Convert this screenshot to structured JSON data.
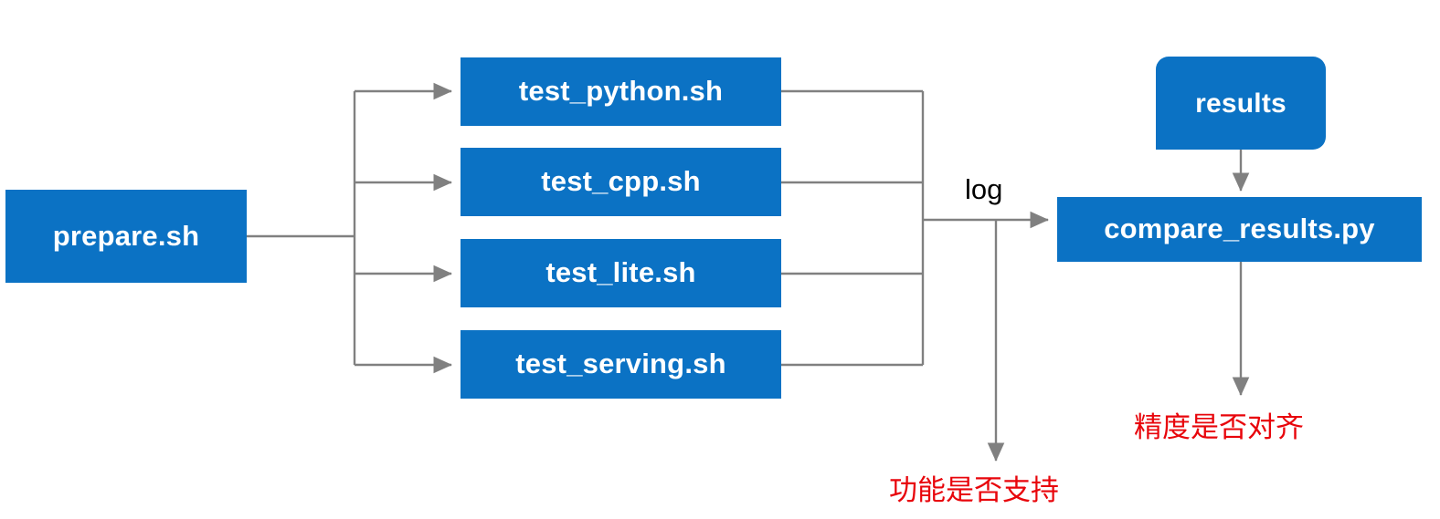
{
  "diagram": {
    "title": "test pipeline flowchart",
    "colors": {
      "node_fill": "#0B72C4",
      "node_text": "#FFFFFF",
      "wire": "#808080",
      "annotation_text": "#E8050B",
      "edge_label_text": "#000000",
      "background": "#FFFFFF"
    },
    "nodes": {
      "prepare": {
        "label": "prepare.sh"
      },
      "test_python": {
        "label": "test_python.sh"
      },
      "test_cpp": {
        "label": "test_cpp.sh"
      },
      "test_lite": {
        "label": "test_lite.sh"
      },
      "test_serving": {
        "label": "test_serving.sh"
      },
      "results": {
        "label": "results"
      },
      "compare": {
        "label": "compare_results.py"
      }
    },
    "edge_labels": {
      "log": "log"
    },
    "annotations": {
      "feature_supported": "功能是否支持",
      "precision_aligned": "精度是否对齐"
    }
  }
}
